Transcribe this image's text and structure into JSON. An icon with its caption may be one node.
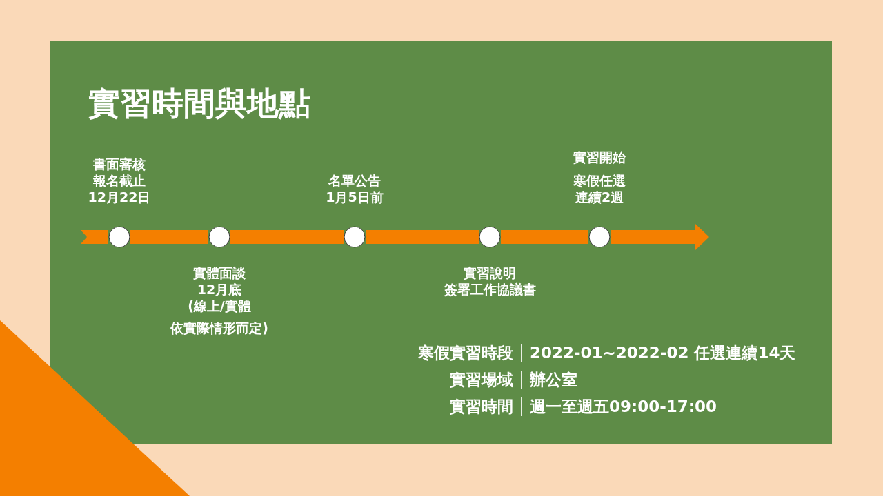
{
  "diagram": {
    "title": "實習時間與地點",
    "nodes": [
      {
        "text": [],
        "shape": "circle",
        "beside": [
          "書面審核",
          "報名截止",
          "12月22日"
        ]
      },
      {
        "text": [],
        "shape": "circle",
        "beside": [
          "實體面談",
          "12月底",
          "(線上/實體",
          "依實際情形而定)"
        ]
      },
      {
        "text": [],
        "shape": "circle",
        "beside": [
          "名單公告",
          "1月5日前"
        ]
      },
      {
        "text": [],
        "shape": "circle",
        "beside": [
          "實習說明",
          "簽署工作協議書"
        ]
      },
      {
        "text": [],
        "shape": "circle",
        "beside": [
          "實習開始",
          "寒假任選",
          "連續2週"
        ]
      }
    ],
    "edges": [
      {
        "from": null,
        "to": 0,
        "arrow": "none"
      },
      {
        "from": 0,
        "to": 1,
        "arrow": "none"
      },
      {
        "from": 1,
        "to": 2,
        "arrow": "none"
      },
      {
        "from": 2,
        "to": 3,
        "arrow": "none"
      },
      {
        "from": 3,
        "to": 4,
        "arrow": "none"
      },
      {
        "from": 4,
        "to": null,
        "arrow": "to"
      }
    ],
    "labels": [
      "寒假實習時段",
      "2022-01~2022-02 任選連續14天",
      "實習場域",
      "辦公室",
      "實習時間",
      "週一至週五09:00-17:00"
    ]
  }
}
